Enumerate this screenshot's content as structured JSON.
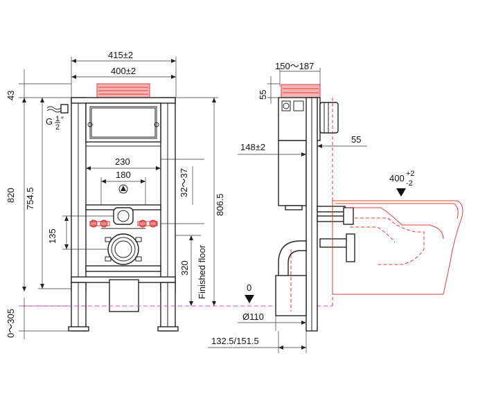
{
  "front_view": {
    "width_outer": "415±2",
    "width_inner": "400±2",
    "top_offset": "43",
    "height_total": "820",
    "height_mid": "754.5",
    "height_right": "806.5",
    "spacing_230": "230",
    "spacing_180": "180",
    "height_range": "32～37",
    "dim_135": "135",
    "dim_320": "320",
    "floor_label": "Finished floor",
    "leg_range": "0～305",
    "inlet_label": "G",
    "inlet_frac_num": "1",
    "inlet_frac_den": "2",
    "inlet_inch": "″"
  },
  "side_view": {
    "depth_range": "150～187",
    "dim_55_top": "55",
    "dim_148": "148±2",
    "dim_55_right": "55",
    "zero_label": "0",
    "pipe_diameter": "Ø110",
    "bottom_range": "132.5/151.5",
    "bowl_height": "400",
    "bowl_tol_plus": "+2",
    "bowl_tol_minus": "-2"
  },
  "colors": {
    "line": "#222222",
    "accent_red": "#e23a3a",
    "floor_line": "#e040e0"
  }
}
